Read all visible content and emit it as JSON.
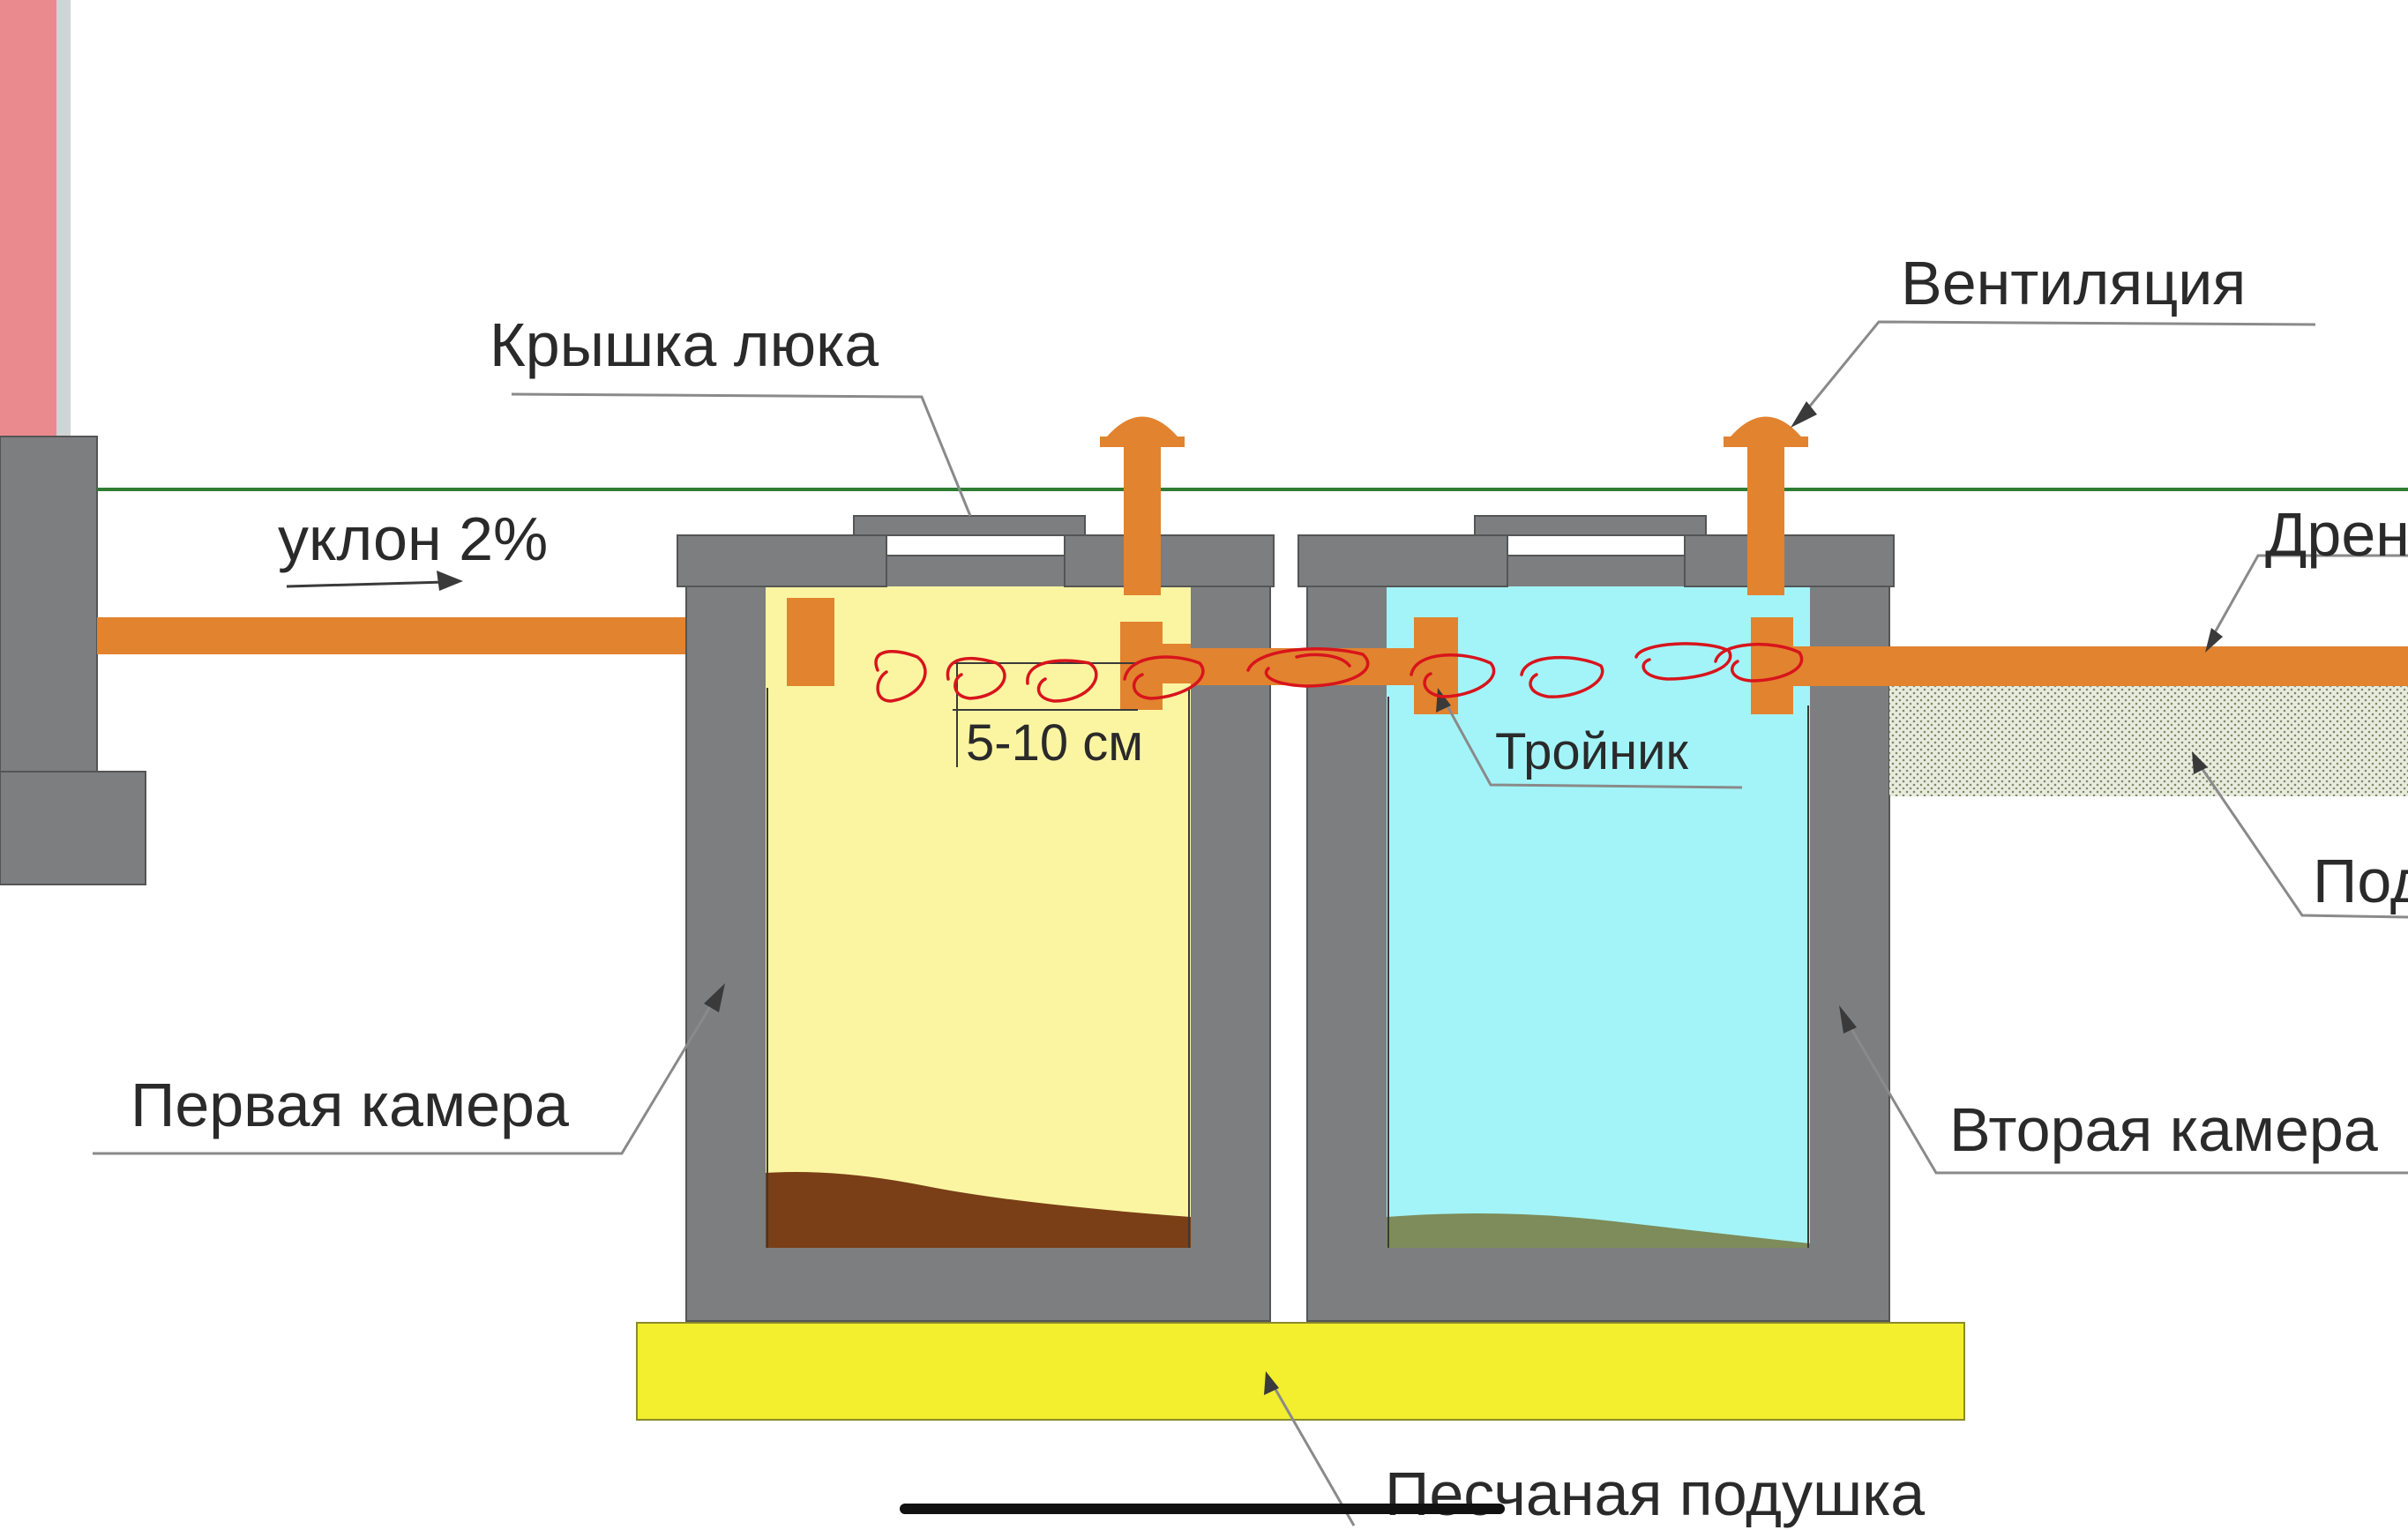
{
  "labels": {
    "ventilation": "Вентиляция",
    "hatch_cover": "Крышка люка",
    "slope": "уклон 2%",
    "drainage": "Дрен",
    "gap": "5-10 см",
    "tee": "Тройник",
    "base_cut": "Под",
    "first_chamber": "Первая камера",
    "second_chamber": "Вторая камера",
    "sand_cushion": "Песчаная подушка"
  },
  "colors": {
    "pipe": "#e2832f",
    "concrete": "#7d7e80",
    "first_chamber_liquid": "#fbf5a2",
    "second_chamber_liquid": "#a3f4f8",
    "sludge": "#7a3f16",
    "sand": "#f3ee2e",
    "house_wall": "#ea8a8e",
    "ground_line": "#2e7d32",
    "annotation_marks": "#d8141c"
  },
  "annotation": {
    "marks": "red-circle-marks"
  }
}
